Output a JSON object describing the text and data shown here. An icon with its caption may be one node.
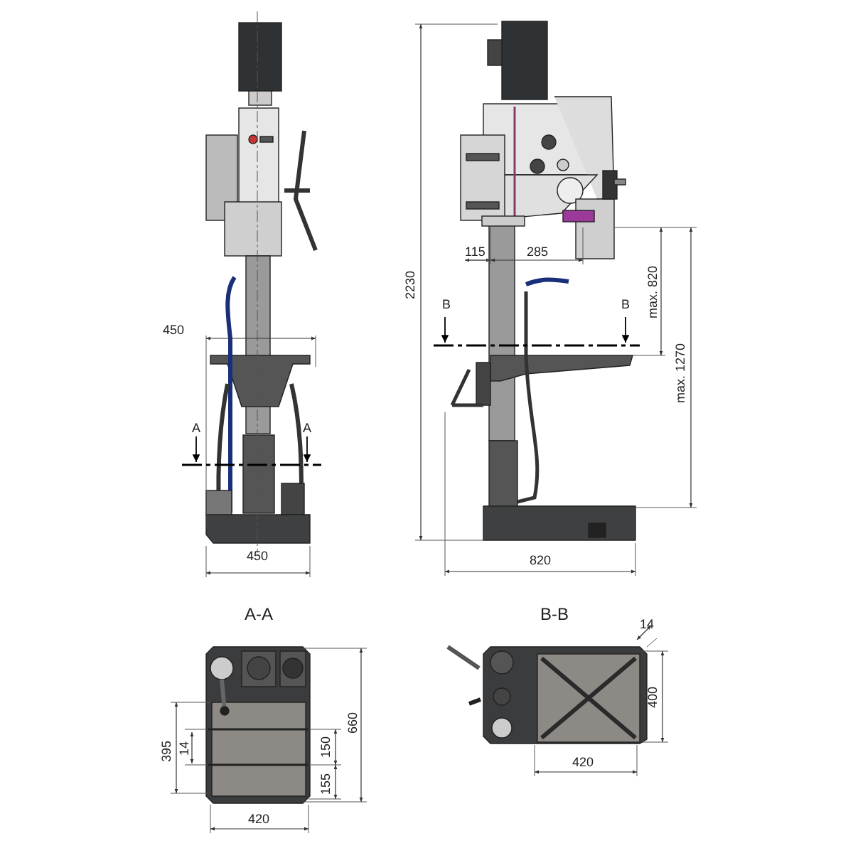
{
  "diagram": {
    "labels": [
      "450",
      "A",
      "A",
      "450",
      "2230",
      "115",
      "285",
      "B",
      "B",
      "max. 820",
      "max. 1270",
      "820",
      "A-A",
      "B-B",
      "395",
      "14",
      "150",
      "155",
      "660",
      "420",
      "14",
      "400",
      "420"
    ]
  }
}
